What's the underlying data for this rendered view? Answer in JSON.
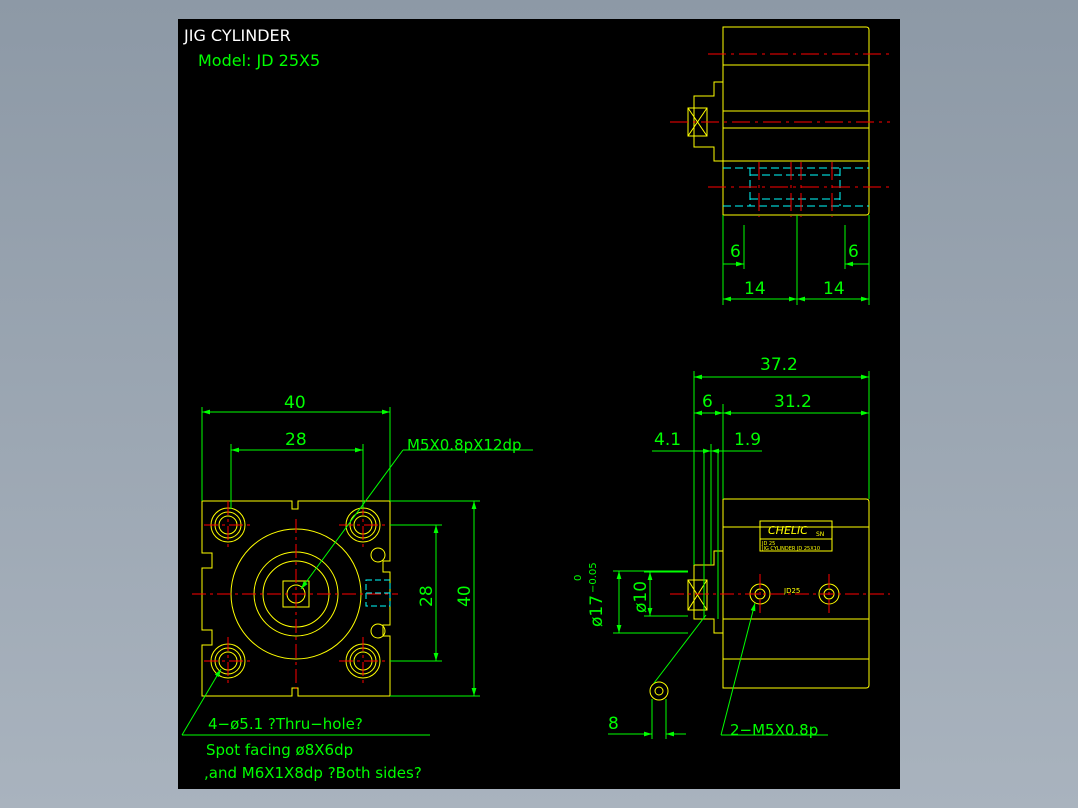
{
  "title": "JIG CYLINDER",
  "model": "Model:  JD 25X5",
  "top_view": {
    "dim_left_small": "6",
    "dim_right_small": "6",
    "dim_left_large": "14",
    "dim_right_large": "14"
  },
  "front_view": {
    "dim_width_outer": "40",
    "dim_width_inner": "28",
    "dim_height_inner": "28",
    "dim_height_outer": "40",
    "thread_callout": "M5X0.8pX12dp",
    "note_line1": "4−ø5.1 ?Thru−hole?",
    "note_line2": "Spot facing  ø8X6dp",
    "note_line3": ",and M6X1X8dp ?Both sides?"
  },
  "side_view": {
    "dim_total": "37.2",
    "dim_left": "6",
    "dim_right": "31.2",
    "dim_small_left": "4.1",
    "dim_small_right": "1.9",
    "dim_rod_dia": "ø10",
    "dim_boss_dia": "ø17",
    "dim_boss_tol_upper": "0",
    "dim_boss_tol_lower": "−0.05",
    "dim_rod_end": "8",
    "port_callout": "2−M5X0.8p",
    "label_brand": "CHELIC",
    "label_brand_suffix": "SN",
    "label_line1": "JD 25",
    "label_line2": "JIG CYLINDER JD 25X10",
    "body_mark": "JD25"
  },
  "colors": {
    "outline": "#ffff00",
    "dimension": "#00ff00",
    "centerline": "#ff0000",
    "hidden": "#00ffff",
    "background": "#000000"
  }
}
